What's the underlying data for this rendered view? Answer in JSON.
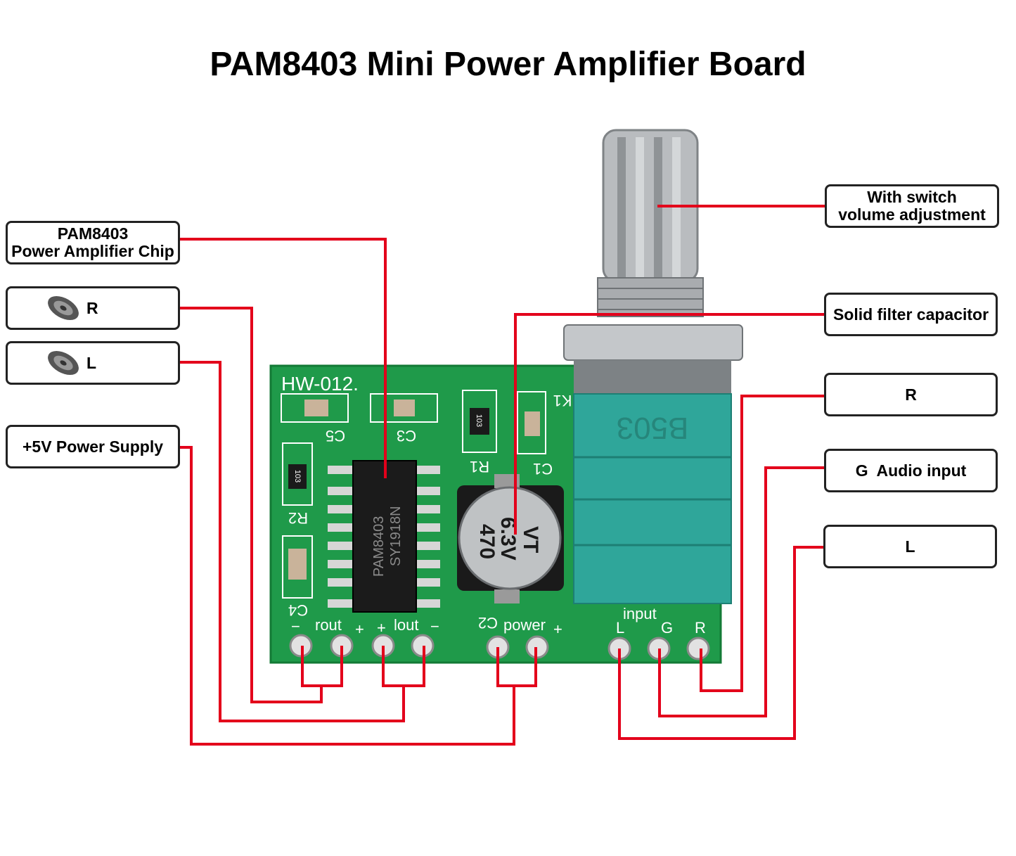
{
  "title": "PAM8403 Mini Power Amplifier Board",
  "colors": {
    "leader_line": "#e3001b",
    "pcb": "#1f9a4a",
    "pcb_dark": "#137a36",
    "potentiometer": "#2fa69a",
    "silkscreen": "#ffffff"
  },
  "left_labels": {
    "chip": {
      "line1": "PAM8403",
      "line2": "Power Amplifier Chip"
    },
    "speaker_right": {
      "icon": "speaker-icon",
      "text": "R"
    },
    "speaker_left": {
      "icon": "speaker-icon",
      "text": "L"
    },
    "power": {
      "text": "+5V Power Supply"
    }
  },
  "right_labels": {
    "volume": {
      "line1": "With switch",
      "line2": "volume adjustment"
    },
    "capacitor": {
      "text": "Solid filter capacitor"
    },
    "input_r": {
      "text": "R"
    },
    "input_g": {
      "text": "G  Audio input"
    },
    "input_l": {
      "text": "L"
    }
  },
  "board": {
    "model": "HW-012.",
    "chip_text_1": "PAM8403",
    "chip_text_2": "SY1918N",
    "capacitor_text_1": "470",
    "capacitor_text_2": "6.3V",
    "capacitor_text_3": "VT",
    "pot_code": "B503",
    "resistor_code": "103",
    "component_labels": {
      "c5": "C5",
      "c3": "C3",
      "c1": "C1",
      "c4": "C4",
      "r1": "R1",
      "r2": "R2",
      "k1": "K1"
    },
    "pin_labels": {
      "rout": "rout",
      "lout": "lout",
      "power": "power",
      "c2": "C2",
      "input": "input",
      "minus": "−",
      "plus": "+",
      "in_l": "L",
      "in_g": "G",
      "in_r": "R"
    }
  }
}
